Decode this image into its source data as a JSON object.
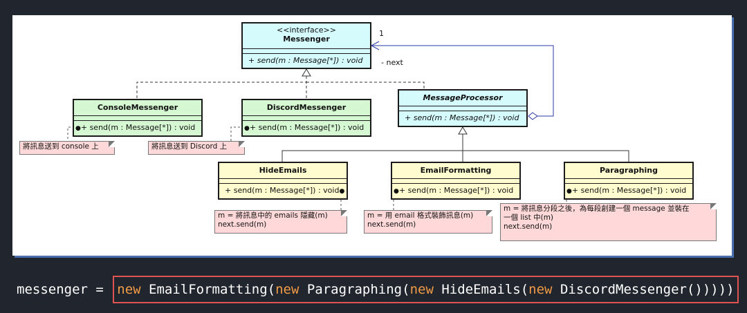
{
  "messenger": {
    "stereotype": "<<interface>>",
    "name": "Messenger",
    "op": "+ send(m : Message[*]) : void"
  },
  "console_messenger": {
    "name": "ConsoleMessenger",
    "op": "+ send(m : Message[*]) : void",
    "note": "將訊息送到 console 上"
  },
  "discord_messenger": {
    "name": "DiscordMessenger",
    "op": "+ send(m : Message[*]) : void",
    "note": "將訊息送到 Discord 上"
  },
  "message_processor": {
    "name": "MessageProcessor",
    "op": "+ send(m : Message[*]) : void"
  },
  "association": {
    "multiplicity": "1",
    "role": "- next"
  },
  "hide_emails": {
    "name": "HideEmails",
    "op": "+ send(m : Message[*]) : void",
    "note_lines": [
      "m = 將訊息中的 emails 隱藏(m)",
      "next.send(m)"
    ]
  },
  "email_formatting": {
    "name": "EmailFormatting",
    "op": "+ send(m : Message[*]) : void",
    "note_lines": [
      "m = 用 email 格式裝飾訊息(m)",
      "next.send(m)"
    ]
  },
  "paragraphing": {
    "name": "Paragraphing",
    "op": "+ send(m : Message[*]) : void",
    "note_lines": [
      "m = 將訊息分段之後，為每段創建一個 message 並裝在",
      "一個 list 中(m)",
      "next.send(m)"
    ]
  },
  "code": {
    "prefix": "messenger = ",
    "kw1": "new",
    "t1": " EmailFormatting(",
    "kw2": "new",
    "t2": " Paragraphing(",
    "kw3": "new",
    "t3": " HideEmails(",
    "kw4": "new",
    "t4": " DiscordMessenger()))))"
  },
  "colors": {
    "background": "#21252d",
    "panel": "#ffffff",
    "interface_fill": "#d5fbfd",
    "concrete_fill": "#d5f7d1",
    "decorator_fill": "#fffdd0",
    "note_fill": "#ffd9d9",
    "association": "#2b3aa8",
    "code_keyword": "#f29b47",
    "code_box": "#e05353"
  }
}
